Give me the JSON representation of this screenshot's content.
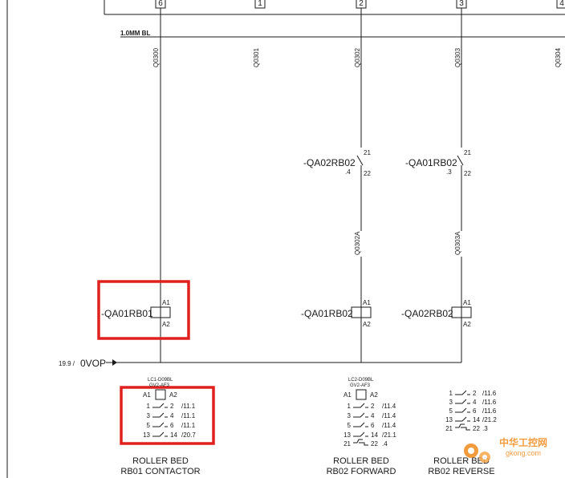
{
  "schematic": {
    "terminals": [
      "6",
      "1",
      "2",
      "3",
      "4"
    ],
    "bus_label": "1.0MM BL",
    "wire_ids": [
      "Q0300",
      "Q0301",
      "Q0302",
      "Q0303",
      "Q0304"
    ],
    "interlock_contacts": [
      {
        "tag": "-QA02RB02",
        "ref": ".4",
        "pin_top": "21",
        "pin_bottom": "22"
      },
      {
        "tag": "-QA01RB02",
        "ref": ".3",
        "pin_top": "21",
        "pin_bottom": "22"
      }
    ],
    "branch_wire_ids": [
      "Q0302A",
      "Q0303A"
    ],
    "coils": [
      {
        "tag": "-QA01RB01",
        "a1": "A1",
        "a2": "A2"
      },
      {
        "tag": "-QA01RB02",
        "a1": "A1",
        "a2": "A2"
      },
      {
        "tag": "-QA02RB02",
        "a1": "A1",
        "a2": "A2"
      }
    ],
    "return_rail": {
      "ref": "19.9 /",
      "label": "0VOP"
    },
    "contact_tables": [
      {
        "part_line1": "LC1-D09BL",
        "part_line2": "GV2-AF3",
        "coil_row": {
          "a1": "A1",
          "a2": "A2"
        },
        "rows": [
          {
            "left": "1",
            "right": "2",
            "ref": "/11.1"
          },
          {
            "left": "3",
            "right": "4",
            "ref": "/11.1"
          },
          {
            "left": "5",
            "right": "6",
            "ref": "/11.1"
          },
          {
            "left": "13",
            "right": "14",
            "ref": "/20.7"
          }
        ],
        "title_line1": "ROLLER BED",
        "title_line2": "RB01 CONTACTOR"
      },
      {
        "part_line1": "LC2-D09BL",
        "part_line2": "GV2-AF3",
        "coil_row": {
          "a1": "A1",
          "a2": "A2"
        },
        "rows": [
          {
            "left": "1",
            "right": "2",
            "ref": "/11.4"
          },
          {
            "left": "3",
            "right": "4",
            "ref": "/11.4"
          },
          {
            "left": "5",
            "right": "6",
            "ref": "/11.4"
          },
          {
            "left": "13",
            "right": "14",
            "ref": "/21.1"
          },
          {
            "left": "21",
            "right": "22",
            "ref": ".4"
          }
        ],
        "title_line1": "ROLLER BED",
        "title_line2": "RB02 FORWARD"
      },
      {
        "rows": [
          {
            "left": "1",
            "right": "2",
            "ref": "/11.6"
          },
          {
            "left": "3",
            "right": "4",
            "ref": "/11.6"
          },
          {
            "left": "5",
            "right": "6",
            "ref": "/11.6"
          },
          {
            "left": "13",
            "right": "14",
            "ref": "/21.2"
          },
          {
            "left": "21",
            "right": "22",
            "ref": ".3"
          }
        ],
        "title_line1": "ROLLER BED",
        "title_line2": "RB02 REVERSE"
      }
    ]
  },
  "watermark": {
    "text_cn": "中华工控网",
    "text_en": "gkong.com"
  },
  "colors": {
    "line": "#1a1a1a",
    "highlight": "#e0201c",
    "watermark": "#f08a1c"
  }
}
